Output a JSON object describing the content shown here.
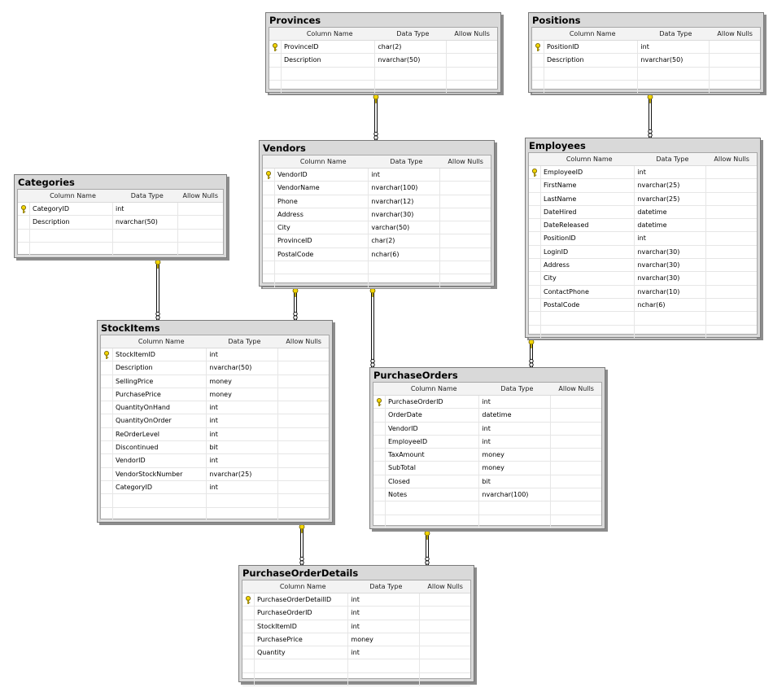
{
  "diagram": {
    "column_headers": {
      "name": "Column Name",
      "type": "Data Type",
      "nulls": "Allow Nulls"
    },
    "key_icon": "primary-key-icon",
    "colors": {
      "key": "#f2d500",
      "link": "#111111",
      "title_bar": "#d9d9d9"
    },
    "tables": {
      "provinces": {
        "title": "Provinces",
        "columns": [
          {
            "name": "ProvinceID",
            "type": "char(2)",
            "pk": true
          },
          {
            "name": "Description",
            "type": "nvarchar(50)"
          }
        ]
      },
      "positions": {
        "title": "Positions",
        "columns": [
          {
            "name": "PositionID",
            "type": "int",
            "pk": true
          },
          {
            "name": "Description",
            "type": "nvarchar(50)"
          }
        ]
      },
      "vendors": {
        "title": "Vendors",
        "columns": [
          {
            "name": "VendorID",
            "type": "int",
            "pk": true
          },
          {
            "name": "VendorName",
            "type": "nvarchar(100)"
          },
          {
            "name": "Phone",
            "type": "nvarchar(12)"
          },
          {
            "name": "Address",
            "type": "nvarchar(30)"
          },
          {
            "name": "City",
            "type": "varchar(50)"
          },
          {
            "name": "ProvinceID",
            "type": "char(2)"
          },
          {
            "name": "PostalCode",
            "type": "nchar(6)"
          }
        ]
      },
      "employees": {
        "title": "Employees",
        "columns": [
          {
            "name": "EmployeeID",
            "type": "int",
            "pk": true
          },
          {
            "name": "FirstName",
            "type": "nvarchar(25)"
          },
          {
            "name": "LastName",
            "type": "nvarchar(25)"
          },
          {
            "name": "DateHired",
            "type": "datetime"
          },
          {
            "name": "DateReleased",
            "type": "datetime"
          },
          {
            "name": "PositionID",
            "type": "int"
          },
          {
            "name": "LoginID",
            "type": "nvarchar(30)"
          },
          {
            "name": "Address",
            "type": "nvarchar(30)"
          },
          {
            "name": "City",
            "type": "nvarchar(30)"
          },
          {
            "name": "ContactPhone",
            "type": "nvarchar(10)"
          },
          {
            "name": "PostalCode",
            "type": "nchar(6)"
          }
        ]
      },
      "categories": {
        "title": "Categories",
        "columns": [
          {
            "name": "CategoryID",
            "type": "int",
            "pk": true
          },
          {
            "name": "Description",
            "type": "nvarchar(50)"
          }
        ]
      },
      "stockitems": {
        "title": "StockItems",
        "columns": [
          {
            "name": "StockItemID",
            "type": "int",
            "pk": true
          },
          {
            "name": "Description",
            "type": "nvarchar(50)"
          },
          {
            "name": "SellingPrice",
            "type": "money"
          },
          {
            "name": "PurchasePrice",
            "type": "money"
          },
          {
            "name": "QuantityOnHand",
            "type": "int"
          },
          {
            "name": "QuantityOnOrder",
            "type": "int"
          },
          {
            "name": "ReOrderLevel",
            "type": "int"
          },
          {
            "name": "Discontinued",
            "type": "bit"
          },
          {
            "name": "VendorID",
            "type": "int"
          },
          {
            "name": "VendorStockNumber",
            "type": "nvarchar(25)"
          },
          {
            "name": "CategoryID",
            "type": "int"
          }
        ]
      },
      "purchaseorders": {
        "title": "PurchaseOrders",
        "columns": [
          {
            "name": "PurchaseOrderID",
            "type": "int",
            "pk": true
          },
          {
            "name": "OrderDate",
            "type": "datetime"
          },
          {
            "name": "VendorID",
            "type": "int"
          },
          {
            "name": "EmployeeID",
            "type": "int"
          },
          {
            "name": "TaxAmount",
            "type": "money"
          },
          {
            "name": "SubTotal",
            "type": "money"
          },
          {
            "name": "Closed",
            "type": "bit"
          },
          {
            "name": "Notes",
            "type": "nvarchar(100)"
          }
        ]
      },
      "purchaseorderdetails": {
        "title": "PurchaseOrderDetails",
        "columns": [
          {
            "name": "PurchaseOrderDetailID",
            "type": "int",
            "pk": true
          },
          {
            "name": "PurchaseOrderID",
            "type": "int"
          },
          {
            "name": "StockItemID",
            "type": "int"
          },
          {
            "name": "PurchasePrice",
            "type": "money"
          },
          {
            "name": "Quantity",
            "type": "int"
          }
        ]
      }
    },
    "relationships": [
      {
        "from": "provinces",
        "to": "vendors"
      },
      {
        "from": "positions",
        "to": "employees"
      },
      {
        "from": "categories",
        "to": "stockitems"
      },
      {
        "from": "vendors",
        "to": "stockitems"
      },
      {
        "from": "vendors",
        "to": "purchaseorders"
      },
      {
        "from": "employees",
        "to": "purchaseorders"
      },
      {
        "from": "stockitems",
        "to": "purchaseorderdetails"
      },
      {
        "from": "purchaseorders",
        "to": "purchaseorderdetails"
      }
    ]
  }
}
